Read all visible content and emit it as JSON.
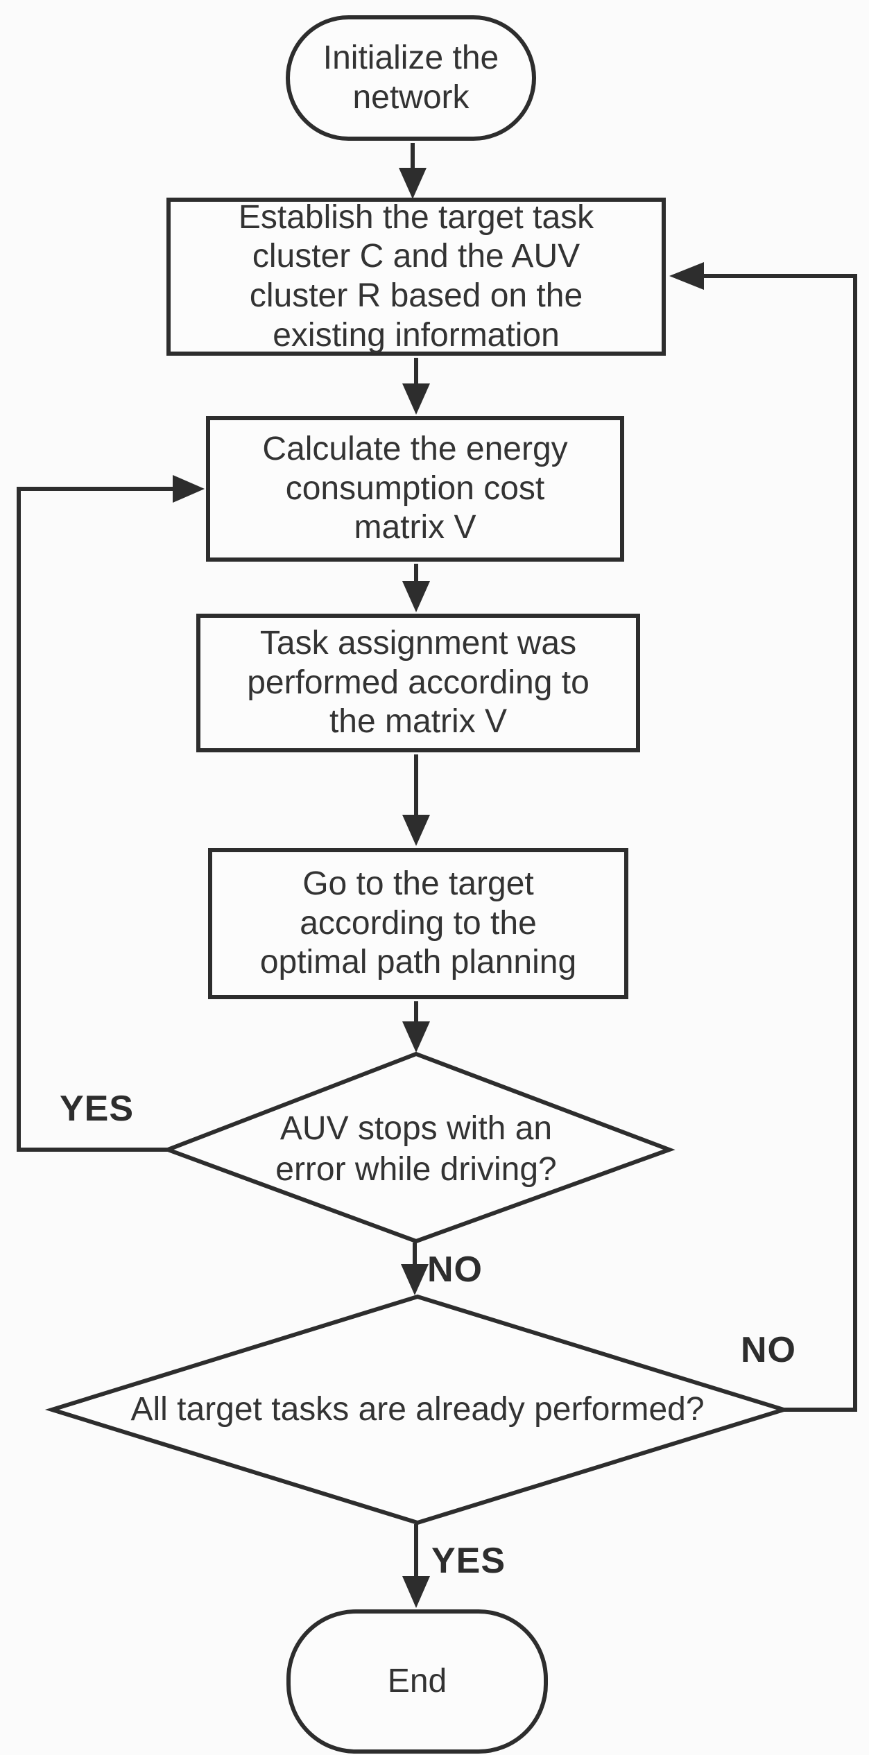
{
  "figure": {
    "type": "flowchart",
    "background": "#fbfbfb",
    "stroke_color": "#2d2d2d",
    "text_color": "#333333",
    "nodes": {
      "start": {
        "shape": "stadium",
        "lines": [
          "Initialize the",
          "network"
        ]
      },
      "establish": {
        "shape": "rect",
        "lines": [
          "Establish the target task",
          "cluster C and the AUV",
          "cluster R based on the",
          "existing information"
        ]
      },
      "calculate": {
        "shape": "rect",
        "lines": [
          "Calculate the energy",
          "consumption cost",
          "matrix V"
        ]
      },
      "assign": {
        "shape": "rect",
        "lines": [
          "Task assignment was",
          "performed according to",
          "the matrix V"
        ]
      },
      "go": {
        "shape": "rect",
        "lines": [
          "Go to the target",
          "according to the",
          "optimal path planning"
        ]
      },
      "error_decision": {
        "shape": "diamond",
        "lines": [
          "AUV stops with an",
          "error while driving?"
        ]
      },
      "done_decision": {
        "shape": "diamond",
        "lines": [
          "All target tasks are already performed?"
        ]
      },
      "end": {
        "shape": "stadium",
        "lines": [
          "End"
        ]
      }
    },
    "edge_labels": {
      "error_yes": "YES",
      "error_no": "NO",
      "done_no": "NO",
      "done_yes": "YES"
    }
  }
}
